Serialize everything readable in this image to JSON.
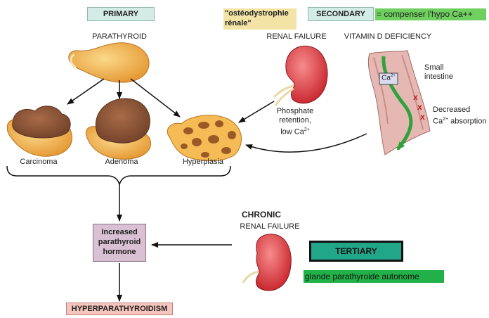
{
  "primary": {
    "title": "PRIMARY",
    "gland_label": "PARATHYROID",
    "types": [
      "Carcinoma",
      "Adenoma",
      "Hyperplasia"
    ]
  },
  "secondary": {
    "title": "SECONDARY",
    "note": "= compenser l'hypo Ca++",
    "annotation_line1": "\"ostéodystrophie",
    "annotation_line2": "rénale\"",
    "renal_failure": "RENAL FAILURE",
    "phosphate_line1": "Phosphate",
    "phosphate_line2": "retention,",
    "phosphate_line3": "low Ca",
    "phosphate_sup": "2+",
    "vitd": "VITAMIN D DEFICIENCY",
    "ca_label": "Ca",
    "ca_sup": "2+",
    "intestine_line1": "Small",
    "intestine_line2": "intestine",
    "absorption_line1": "Decreased",
    "absorption_line2": "Ca",
    "absorption_sup": "2+",
    "absorption_line3": " absorption"
  },
  "center": {
    "box_line1": "Increased",
    "box_line2": "parathyroid",
    "box_line3": "hormone",
    "outcome": "HYPERPARATHYROIDISM"
  },
  "tertiary": {
    "chronic": "CHRONIC",
    "renal_failure": "RENAL FAILURE",
    "title": "TERTIARY",
    "note": "glande parathyroide autonome"
  },
  "colors": {
    "teal_box": "#d4ece6",
    "gland_orange": "#f0a93c",
    "tumor_brown": "#8a5436",
    "kidney_red": "#e24646",
    "pth_box": "#d9c1d3",
    "outcome_box": "#f6c5bd",
    "green_note": "#6fcf5f",
    "tertiary_green": "#21a68a",
    "annotation_yellow": "#f3e3a4"
  }
}
